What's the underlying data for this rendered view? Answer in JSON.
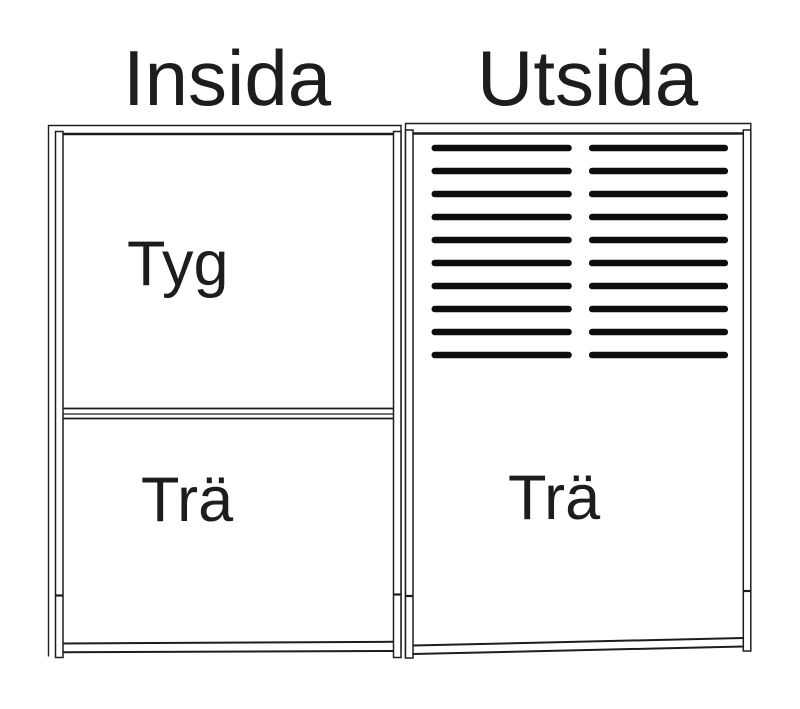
{
  "page": {
    "background_color": "#ffffff",
    "line_color": "#1d1d1b",
    "slat_color": "#0d0d0d"
  },
  "left_panel": {
    "title": "Insida",
    "sections": [
      {
        "label": "Tyg"
      },
      {
        "label": "Trä"
      }
    ]
  },
  "right_panel": {
    "title": "Utsida",
    "sections": [
      {
        "label": "Trä"
      }
    ],
    "vent_slats": {
      "rows": 10,
      "columns": 2
    }
  }
}
